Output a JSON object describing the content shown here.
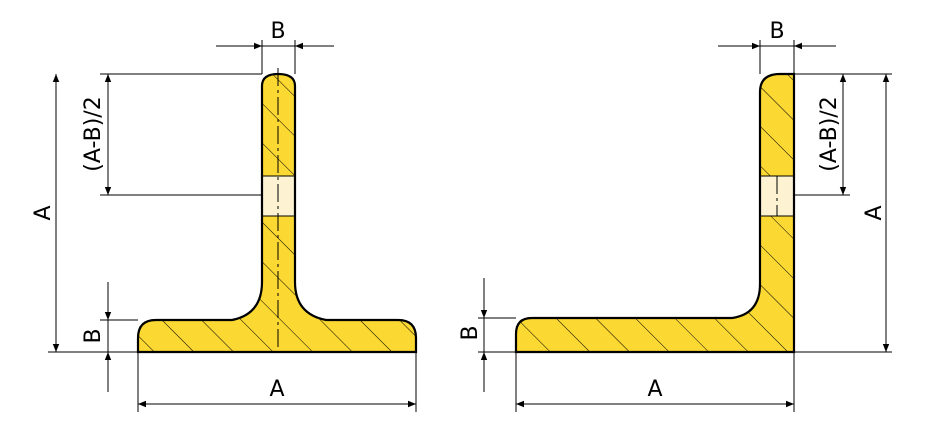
{
  "colors": {
    "fill": "#FBD832",
    "window": "#FDF3D3",
    "stroke": "#000000",
    "background": "#FFFFFF"
  },
  "left_profile": {
    "label_top_width": "B",
    "label_half_height": "(A-B)/2",
    "label_height": "A",
    "label_flange_thickness": "B",
    "label_bottom_width": "A"
  },
  "right_profile": {
    "label_top_width": "B",
    "label_half_height": "(A-B)/2",
    "label_height": "A",
    "label_flange_thickness": "B",
    "label_bottom_width": "A"
  }
}
